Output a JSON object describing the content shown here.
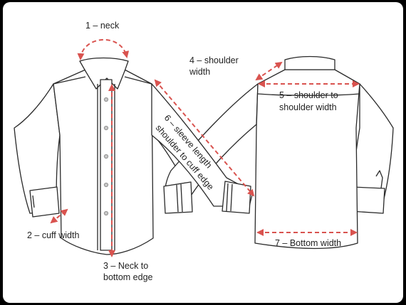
{
  "colors": {
    "frame": "#000000",
    "background": "#ffffff",
    "outline": "#2a2a2a",
    "measure": "#d9534f"
  },
  "labels": {
    "neck": "1 – neck",
    "cuff_width": "2 – cuff width",
    "neck_to_bottom_1": "3 – Neck to",
    "neck_to_bottom_2": "bottom edge",
    "shoulder_width_1": "4 – shoulder",
    "shoulder_width_2": "width",
    "shoulder_to_shoulder_1": "5 – shoulder to",
    "shoulder_to_shoulder_2": "shoulder width",
    "sleeve_length_1": "6 – sleeve length",
    "sleeve_length_2": "shoulder to cuff edge",
    "bottom_width": "7 – Bottom width"
  }
}
